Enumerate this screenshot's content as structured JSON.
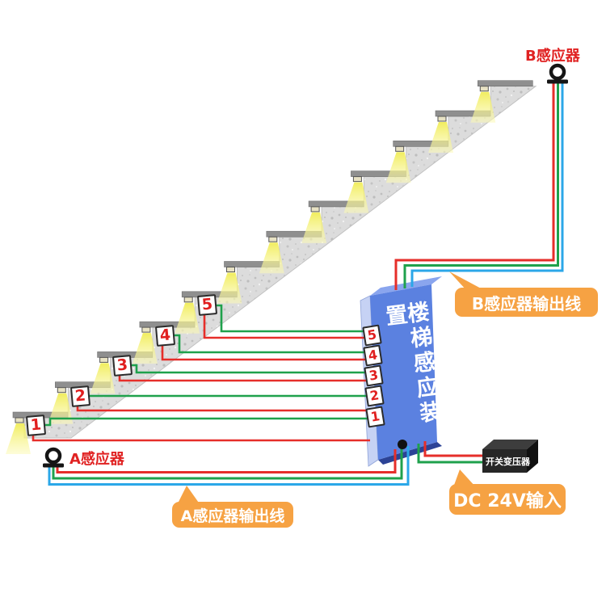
{
  "device": {
    "title": "楼梯感应装置",
    "ports": [
      "5",
      "4",
      "3",
      "2",
      "1"
    ]
  },
  "step_labels": [
    "1",
    "2",
    "3",
    "4",
    "5"
  ],
  "sensor_a": {
    "label": "A感应器"
  },
  "sensor_b": {
    "label": "B感应器"
  },
  "bubble_a": {
    "text": "A感应器输出线"
  },
  "bubble_b": {
    "text": "B感应器输出线"
  },
  "bubble_dc": {
    "text": "DC 24V输入"
  },
  "transformer": {
    "label": "开关变压器"
  },
  "stairs": {
    "step_count": 12,
    "lights_per_step": 1
  },
  "colors": {
    "wire_red": "#e62e2a",
    "wire_green": "#1fa14c",
    "wire_blue": "#2ba7e8",
    "bubble_orange": "#f6a243",
    "device_blue": "#5b81e0",
    "label_red": "#e01f1f",
    "concrete": "#dbdbdb",
    "tread_gray": "#8f8f8f",
    "light_yellow": "#f2ee62"
  }
}
